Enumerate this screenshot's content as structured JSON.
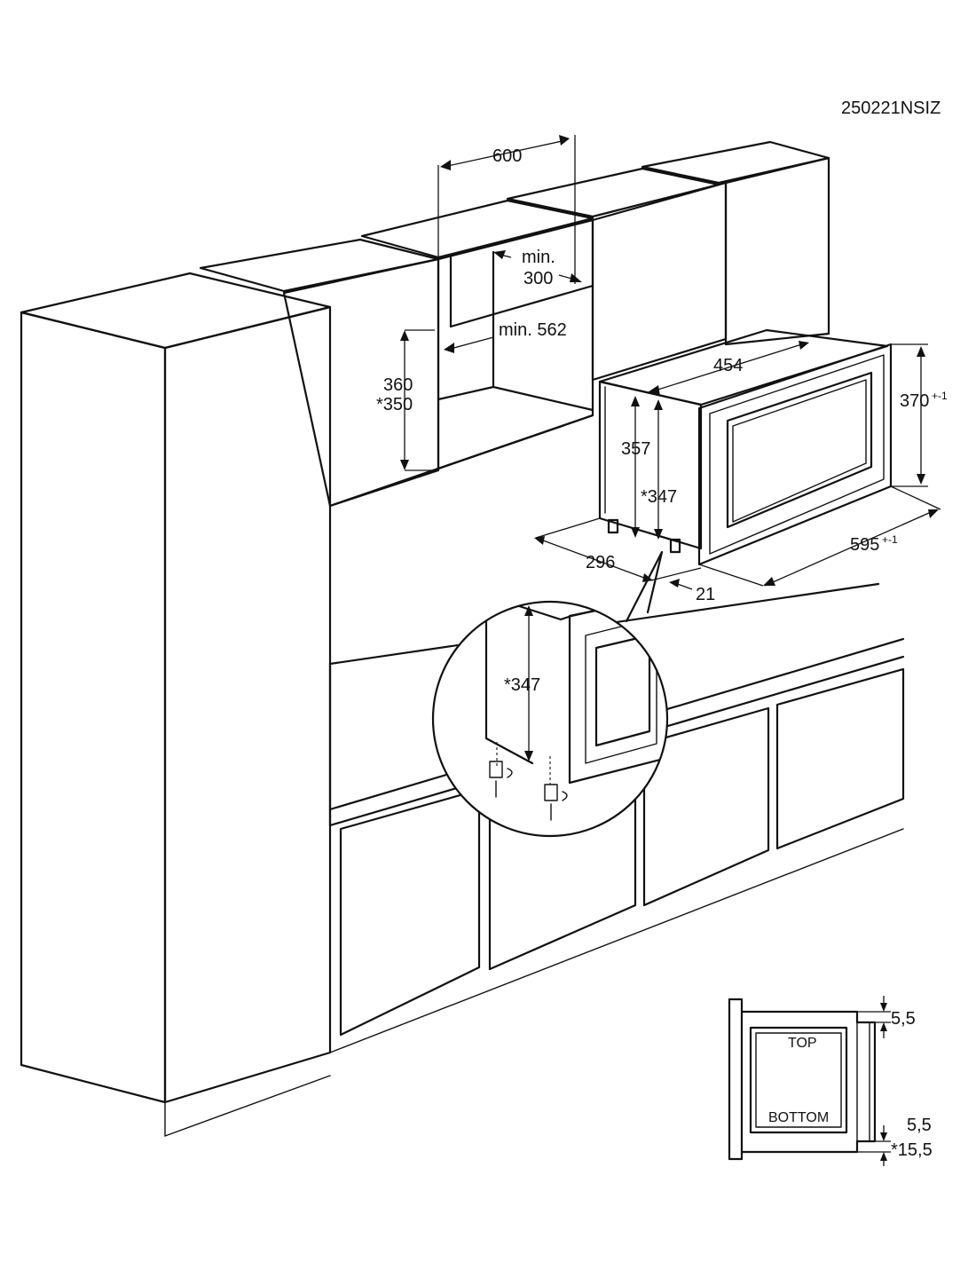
{
  "drawing_code": "250221NSIZ",
  "dimensions": {
    "niche_width": "600",
    "min_300_a": "min.",
    "min_300_b": "300",
    "niche_min_depth": "min. 562",
    "niche_height_a": "360",
    "niche_height_b": "*350",
    "depth_top": "454",
    "body_height": "357",
    "body_height_star": "*347",
    "front_height": "370",
    "front_height_tol": "+-1",
    "front_width": "595",
    "front_width_tol": "+-1",
    "body_depth": "296",
    "front_offset": "21",
    "detail_height": "*347",
    "gap_top": "5,5",
    "gap_bottom": "5,5",
    "gap_bottom_star": "*15,5"
  },
  "labels": {
    "top": "TOP",
    "bottom": "BOTTOM"
  }
}
